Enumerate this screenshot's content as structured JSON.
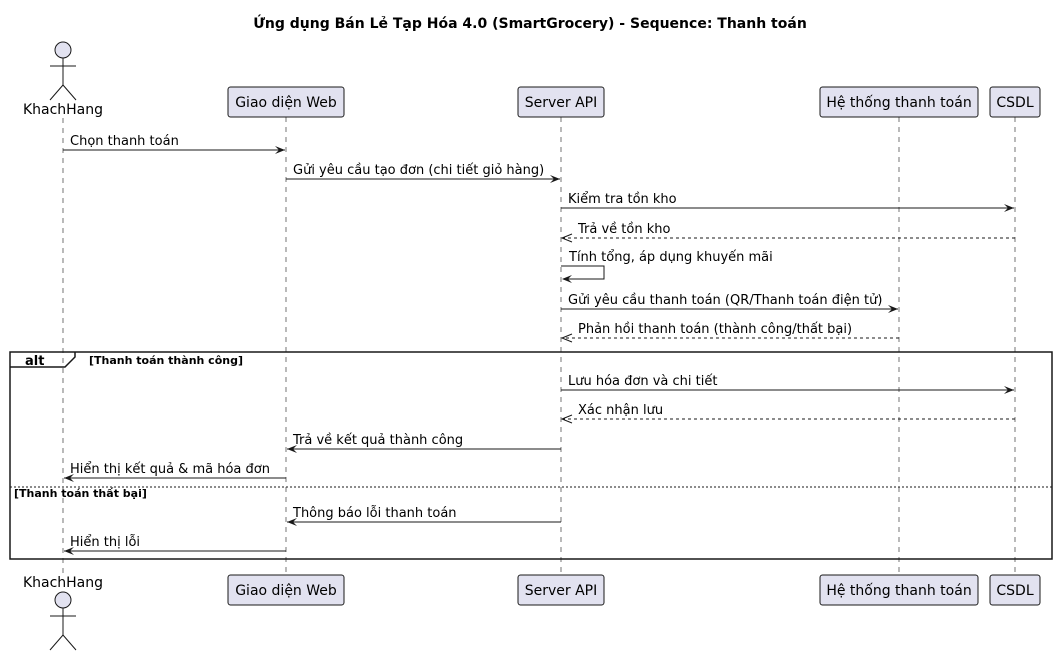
{
  "diagram": {
    "title": "Ứng dụng Bán Lẻ Tạp Hóa 4.0 (SmartGrocery) - Sequence: Thanh toán",
    "participants": [
      {
        "id": "khachhang",
        "label": "KhachHang",
        "kind": "actor"
      },
      {
        "id": "web",
        "label": "Giao diện Web",
        "kind": "participant"
      },
      {
        "id": "api",
        "label": "Server API",
        "kind": "participant"
      },
      {
        "id": "payment",
        "label": "Hệ thống thanh toán",
        "kind": "participant"
      },
      {
        "id": "db",
        "label": "CSDL",
        "kind": "participant"
      }
    ],
    "messages": [
      {
        "from": "khachhang",
        "to": "web",
        "label": "Chọn thanh toán",
        "style": "sync"
      },
      {
        "from": "web",
        "to": "api",
        "label": "Gửi yêu cầu tạo đơn (chi tiết giỏ hàng)",
        "style": "sync"
      },
      {
        "from": "api",
        "to": "db",
        "label": "Kiểm tra tồn kho",
        "style": "sync"
      },
      {
        "from": "db",
        "to": "api",
        "label": "Trả về tồn kho",
        "style": "return"
      },
      {
        "from": "api",
        "to": "api",
        "label": "Tính tổng, áp dụng khuyến mãi",
        "style": "self"
      },
      {
        "from": "api",
        "to": "payment",
        "label": "Gửi yêu cầu thanh toán (QR/Thanh toán điện tử)",
        "style": "sync"
      },
      {
        "from": "payment",
        "to": "api",
        "label": "Phản hồi thanh toán (thành công/thất bại)",
        "style": "return"
      }
    ],
    "alt_fragment": {
      "keyword": "alt",
      "branches": [
        {
          "guard": "[Thanh toán thành công]",
          "messages": [
            {
              "from": "api",
              "to": "db",
              "label": "Lưu hóa đơn và chi tiết",
              "style": "sync"
            },
            {
              "from": "db",
              "to": "api",
              "label": "Xác nhận lưu",
              "style": "return"
            },
            {
              "from": "api",
              "to": "web",
              "label": "Trả về kết quả thành công",
              "style": "sync"
            },
            {
              "from": "web",
              "to": "khachhang",
              "label": "Hiển thị kết quả & mã hóa đơn",
              "style": "sync"
            }
          ]
        },
        {
          "guard": "[Thanh toán thất bại]",
          "messages": [
            {
              "from": "api",
              "to": "web",
              "label": "Thông báo lỗi thanh toán",
              "style": "sync"
            },
            {
              "from": "web",
              "to": "khachhang",
              "label": "Hiển thị lỗi",
              "style": "sync"
            }
          ]
        }
      ]
    }
  }
}
